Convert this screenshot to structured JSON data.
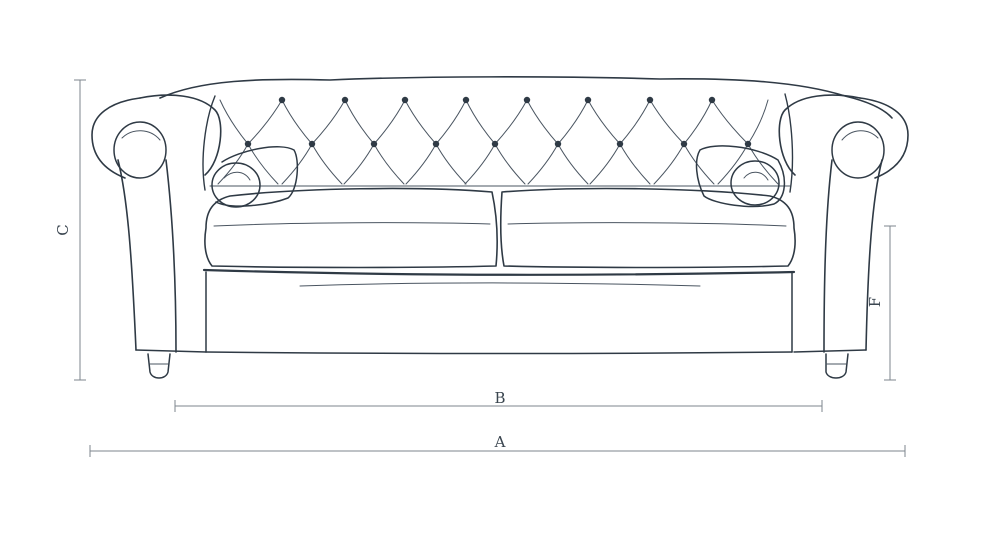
{
  "diagram": {
    "dimension_labels": {
      "overall_width": "A",
      "seat_width": "B",
      "overall_height": "C",
      "seat_height": "F"
    },
    "colors": {
      "ink": "#2f3a45",
      "dimension_line": "#7d858d",
      "background": "#ffffff"
    }
  }
}
